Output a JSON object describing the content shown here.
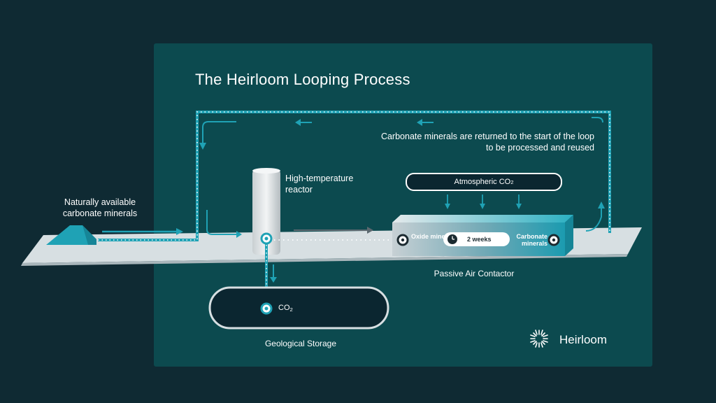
{
  "title": "The Heirloom Looping Process",
  "loop_note": "Carbonate minerals are returned to the start of the loop to be processed and reused",
  "minerals_in": "Naturally available carbonate minerals",
  "reactor_label": "High-temperature reactor",
  "atmospheric": {
    "text": "Atmospheric CO",
    "subscript": "2"
  },
  "oxide_label": "Oxide minerals",
  "weeks_label": "2 weeks",
  "carbonate_label": "Carbonate minerals",
  "contactor_label": "Passive Air Contactor",
  "co2": {
    "text": "CO",
    "subscript": "2"
  },
  "storage_label": "Geological Storage",
  "brand": "Heirloom",
  "colors": {
    "background": "#0f2a33",
    "panel": "#0c4a4f",
    "accent": "#1fa2b5",
    "storage_fill": "#0b2630",
    "belt": "#d7dfe2"
  }
}
